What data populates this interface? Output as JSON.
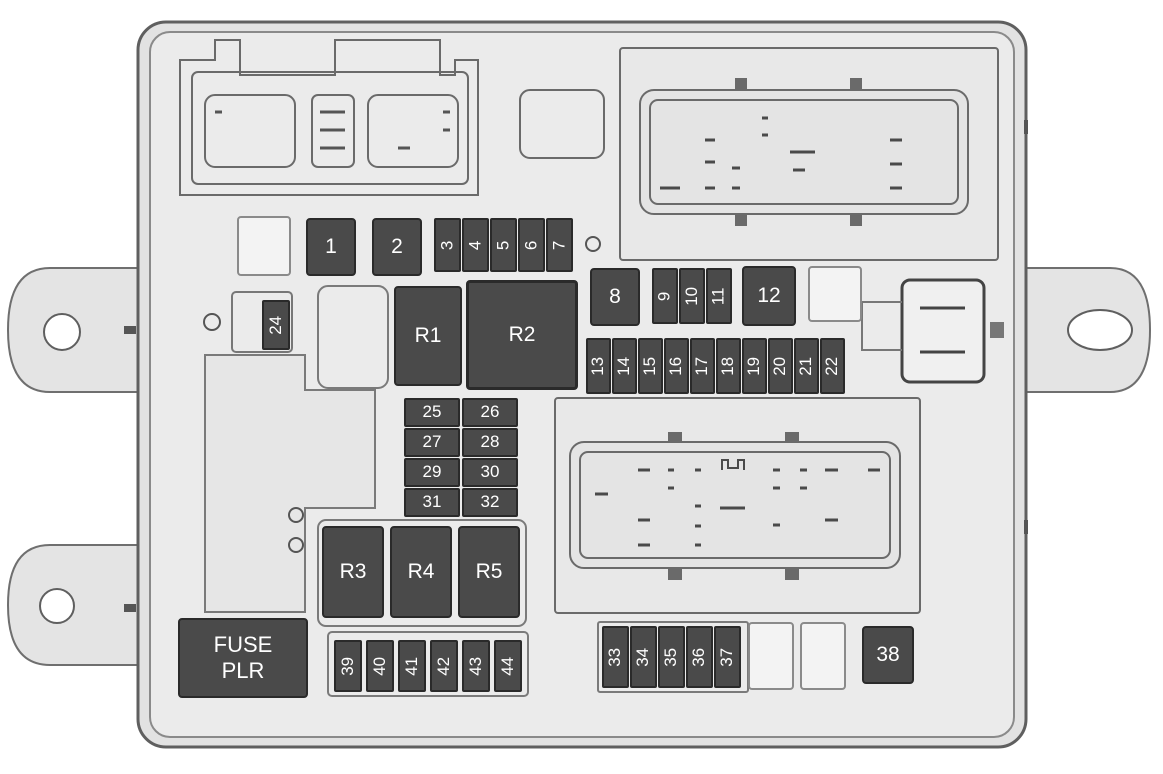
{
  "fuses": {
    "f1": "1",
    "f2": "2",
    "f3": "3",
    "f4": "4",
    "f5": "5",
    "f6": "6",
    "f7": "7",
    "f8": "8",
    "f9": "9",
    "f10": "10",
    "f11": "11",
    "f12": "12",
    "f13": "13",
    "f14": "14",
    "f15": "15",
    "f16": "16",
    "f17": "17",
    "f18": "18",
    "f19": "19",
    "f20": "20",
    "f21": "21",
    "f22": "22",
    "f24": "24",
    "f25": "25",
    "f26": "26",
    "f27": "27",
    "f28": "28",
    "f29": "29",
    "f30": "30",
    "f31": "31",
    "f32": "32",
    "f33": "33",
    "f34": "34",
    "f35": "35",
    "f36": "36",
    "f37": "37",
    "f38": "38",
    "f39": "39",
    "f40": "40",
    "f41": "41",
    "f42": "42",
    "f43": "43",
    "f44": "44"
  },
  "relays": {
    "r1": "R1",
    "r2": "R2",
    "r3": "R3",
    "r4": "R4",
    "r5": "R5"
  },
  "puller": {
    "line1": "FUSE",
    "line2": "PLR"
  },
  "colors": {
    "fuse_fill": "#4a4a4a",
    "housing": "#e6e6e6",
    "outline": "#7a7a7a"
  }
}
